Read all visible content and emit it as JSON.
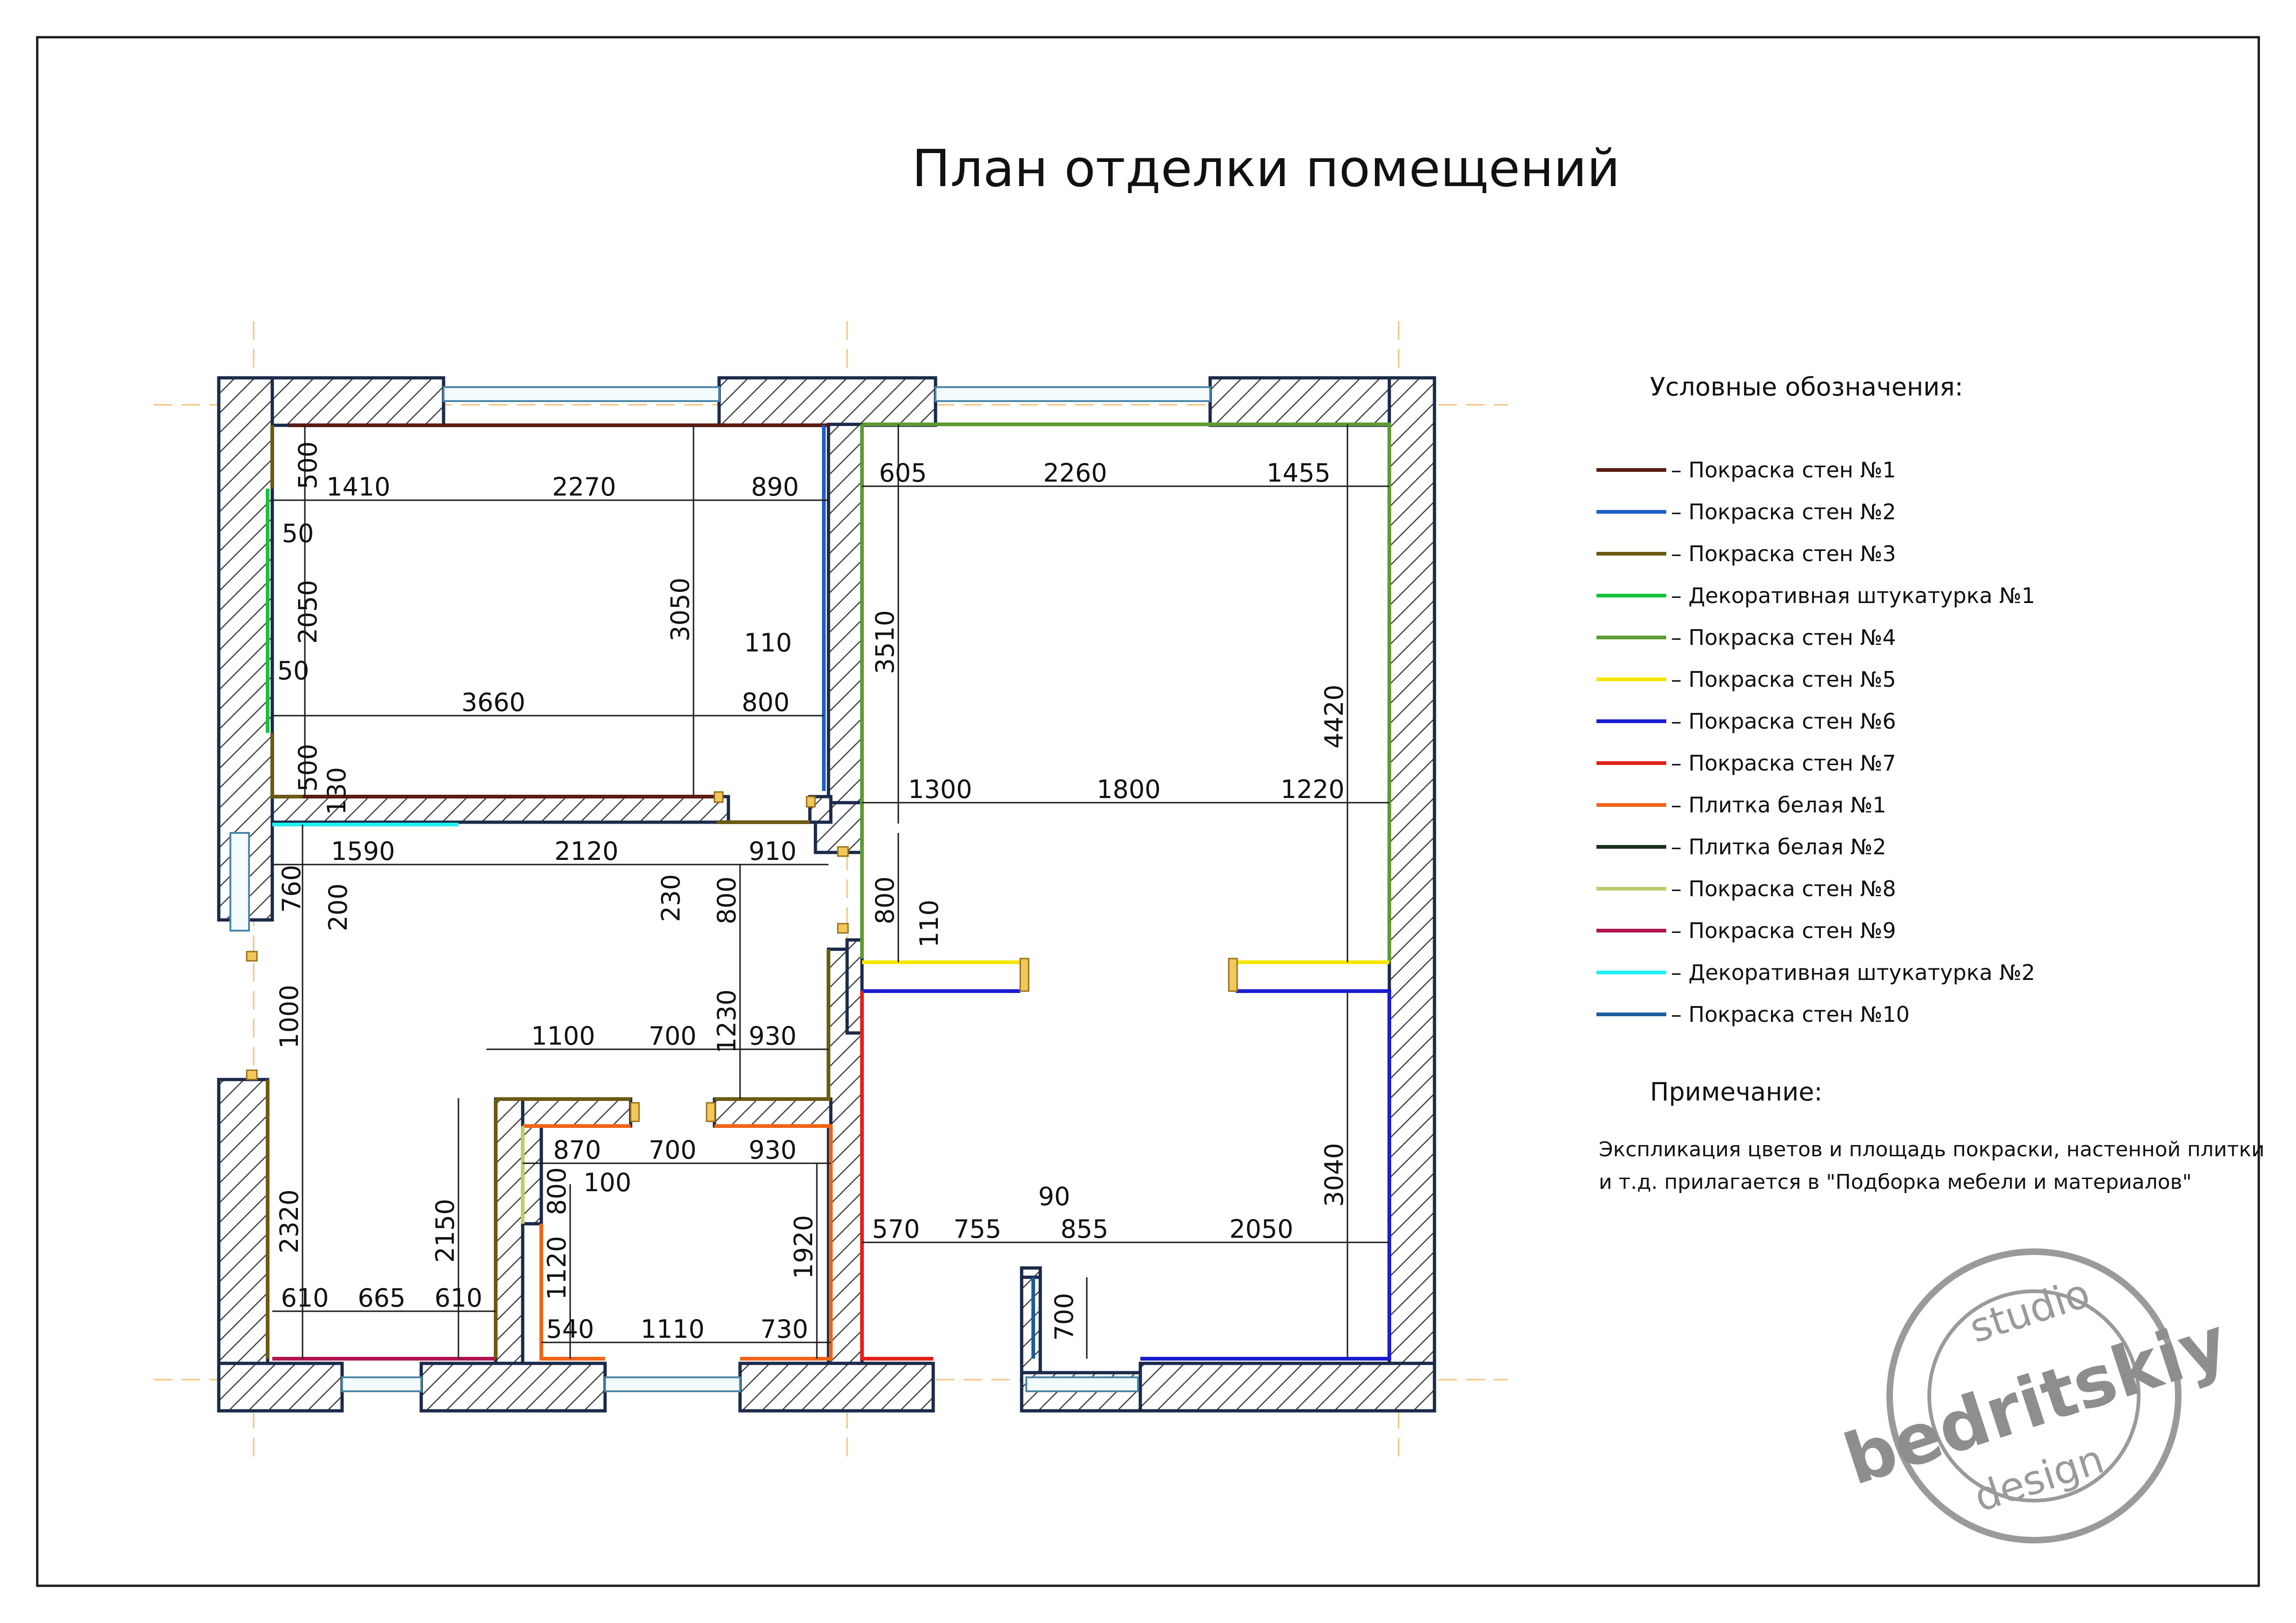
{
  "title": "План отделки помещений",
  "legend": {
    "heading": "Условные обозначения:",
    "items": [
      {
        "label": "– Покраска стен №1",
        "color": "#5a1c14"
      },
      {
        "label": "– Покраска стен №2",
        "color": "#1f5fc4"
      },
      {
        "label": "– Покраска стен №3",
        "color": "#6b5a14"
      },
      {
        "label": "– Декоративная штукатурка №1",
        "color": "#18c13f"
      },
      {
        "label": "– Покраска стен №4",
        "color": "#5e9b35"
      },
      {
        "label": "– Покраска стен №5",
        "color": "#f4e600"
      },
      {
        "label": "– Покраска стен №6",
        "color": "#1b1bd2"
      },
      {
        "label": "– Покраска стен №7",
        "color": "#e32119"
      },
      {
        "label": "– Плитка белая №1",
        "color": "#f06416"
      },
      {
        "label": "– Плитка белая №2",
        "color": "#16301c"
      },
      {
        "label": "– Покраска стен №8",
        "color": "#b8cf6a"
      },
      {
        "label": "– Покраска стен №9",
        "color": "#b3134f"
      },
      {
        "label": "– Декоративная штукатурка №2",
        "color": "#1ff0f0"
      },
      {
        "label": "– Покраска стен №10",
        "color": "#1b5c9e"
      }
    ]
  },
  "note": {
    "heading": "Примечание:",
    "line1": "Экспликация цветов и площадь покраски, настенной плитки",
    "line2": "и т.д. прилагается в \"Подборка мебели и материалов\""
  },
  "stamp": {
    "top_word": "studio",
    "main_word": "bedritskiy",
    "bottom_word": "design"
  },
  "dimensions": {
    "d500a": "500",
    "d1410": "1410",
    "d2270": "2270",
    "d890": "890",
    "d605": "605",
    "d2260": "2260",
    "d1455": "1455",
    "d50a": "50",
    "d2050a": "2050",
    "d50b": "50",
    "d3050": "3050",
    "d110a": "110",
    "d3660": "3660",
    "d800a": "800",
    "d500b": "500",
    "d130": "130",
    "d3510": "3510",
    "d4420": "4420",
    "d1300": "1300",
    "d1800": "1800",
    "d1220": "1220",
    "d1590": "1590",
    "d2120": "2120",
    "d910": "910",
    "d760": "760",
    "d200": "200",
    "d230": "230",
    "d800b": "800",
    "d800c": "800",
    "d110b": "110",
    "d1000": "1000",
    "d1100": "1100",
    "d700a": "700",
    "d1230": "1230",
    "d930a": "930",
    "d870": "870",
    "d700b": "700",
    "d930b": "930",
    "d800d": "800",
    "d100": "100",
    "d1120": "1120",
    "d1920": "1920",
    "d2320": "2320",
    "d2150": "2150",
    "d610a": "610",
    "d665": "665",
    "d610b": "610",
    "d540": "540",
    "d1110": "1110",
    "d730": "730",
    "d570": "570",
    "d755": "755",
    "d90": "90",
    "d855": "855",
    "d2050b": "2050",
    "d3040": "3040",
    "d700c": "700"
  }
}
